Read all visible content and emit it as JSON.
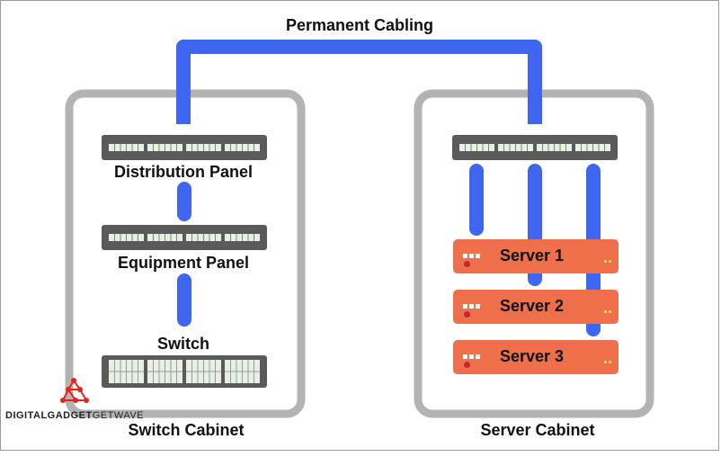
{
  "diagram": {
    "cabling_label": "Permanent Cabling",
    "switch_cabinet": {
      "label": "Switch Cabinet",
      "distribution_panel": "Distribution Panel",
      "equipment_panel": "Equipment Panel",
      "switch": "Switch"
    },
    "server_cabinet": {
      "label": "Server Cabinet",
      "servers": [
        "Server 1",
        "Server 2",
        "Server 3"
      ]
    }
  },
  "watermark": {
    "brand_bold": "DIGITALGADGET",
    "brand_light": "GETWAVE"
  },
  "colors": {
    "cable": "#3f66f0",
    "cabinet_border": "#b3b3b3",
    "panel": "#5a5a5a",
    "port": "#e8efe4",
    "server": "#ee6f4a",
    "logo": "#e8231d"
  }
}
